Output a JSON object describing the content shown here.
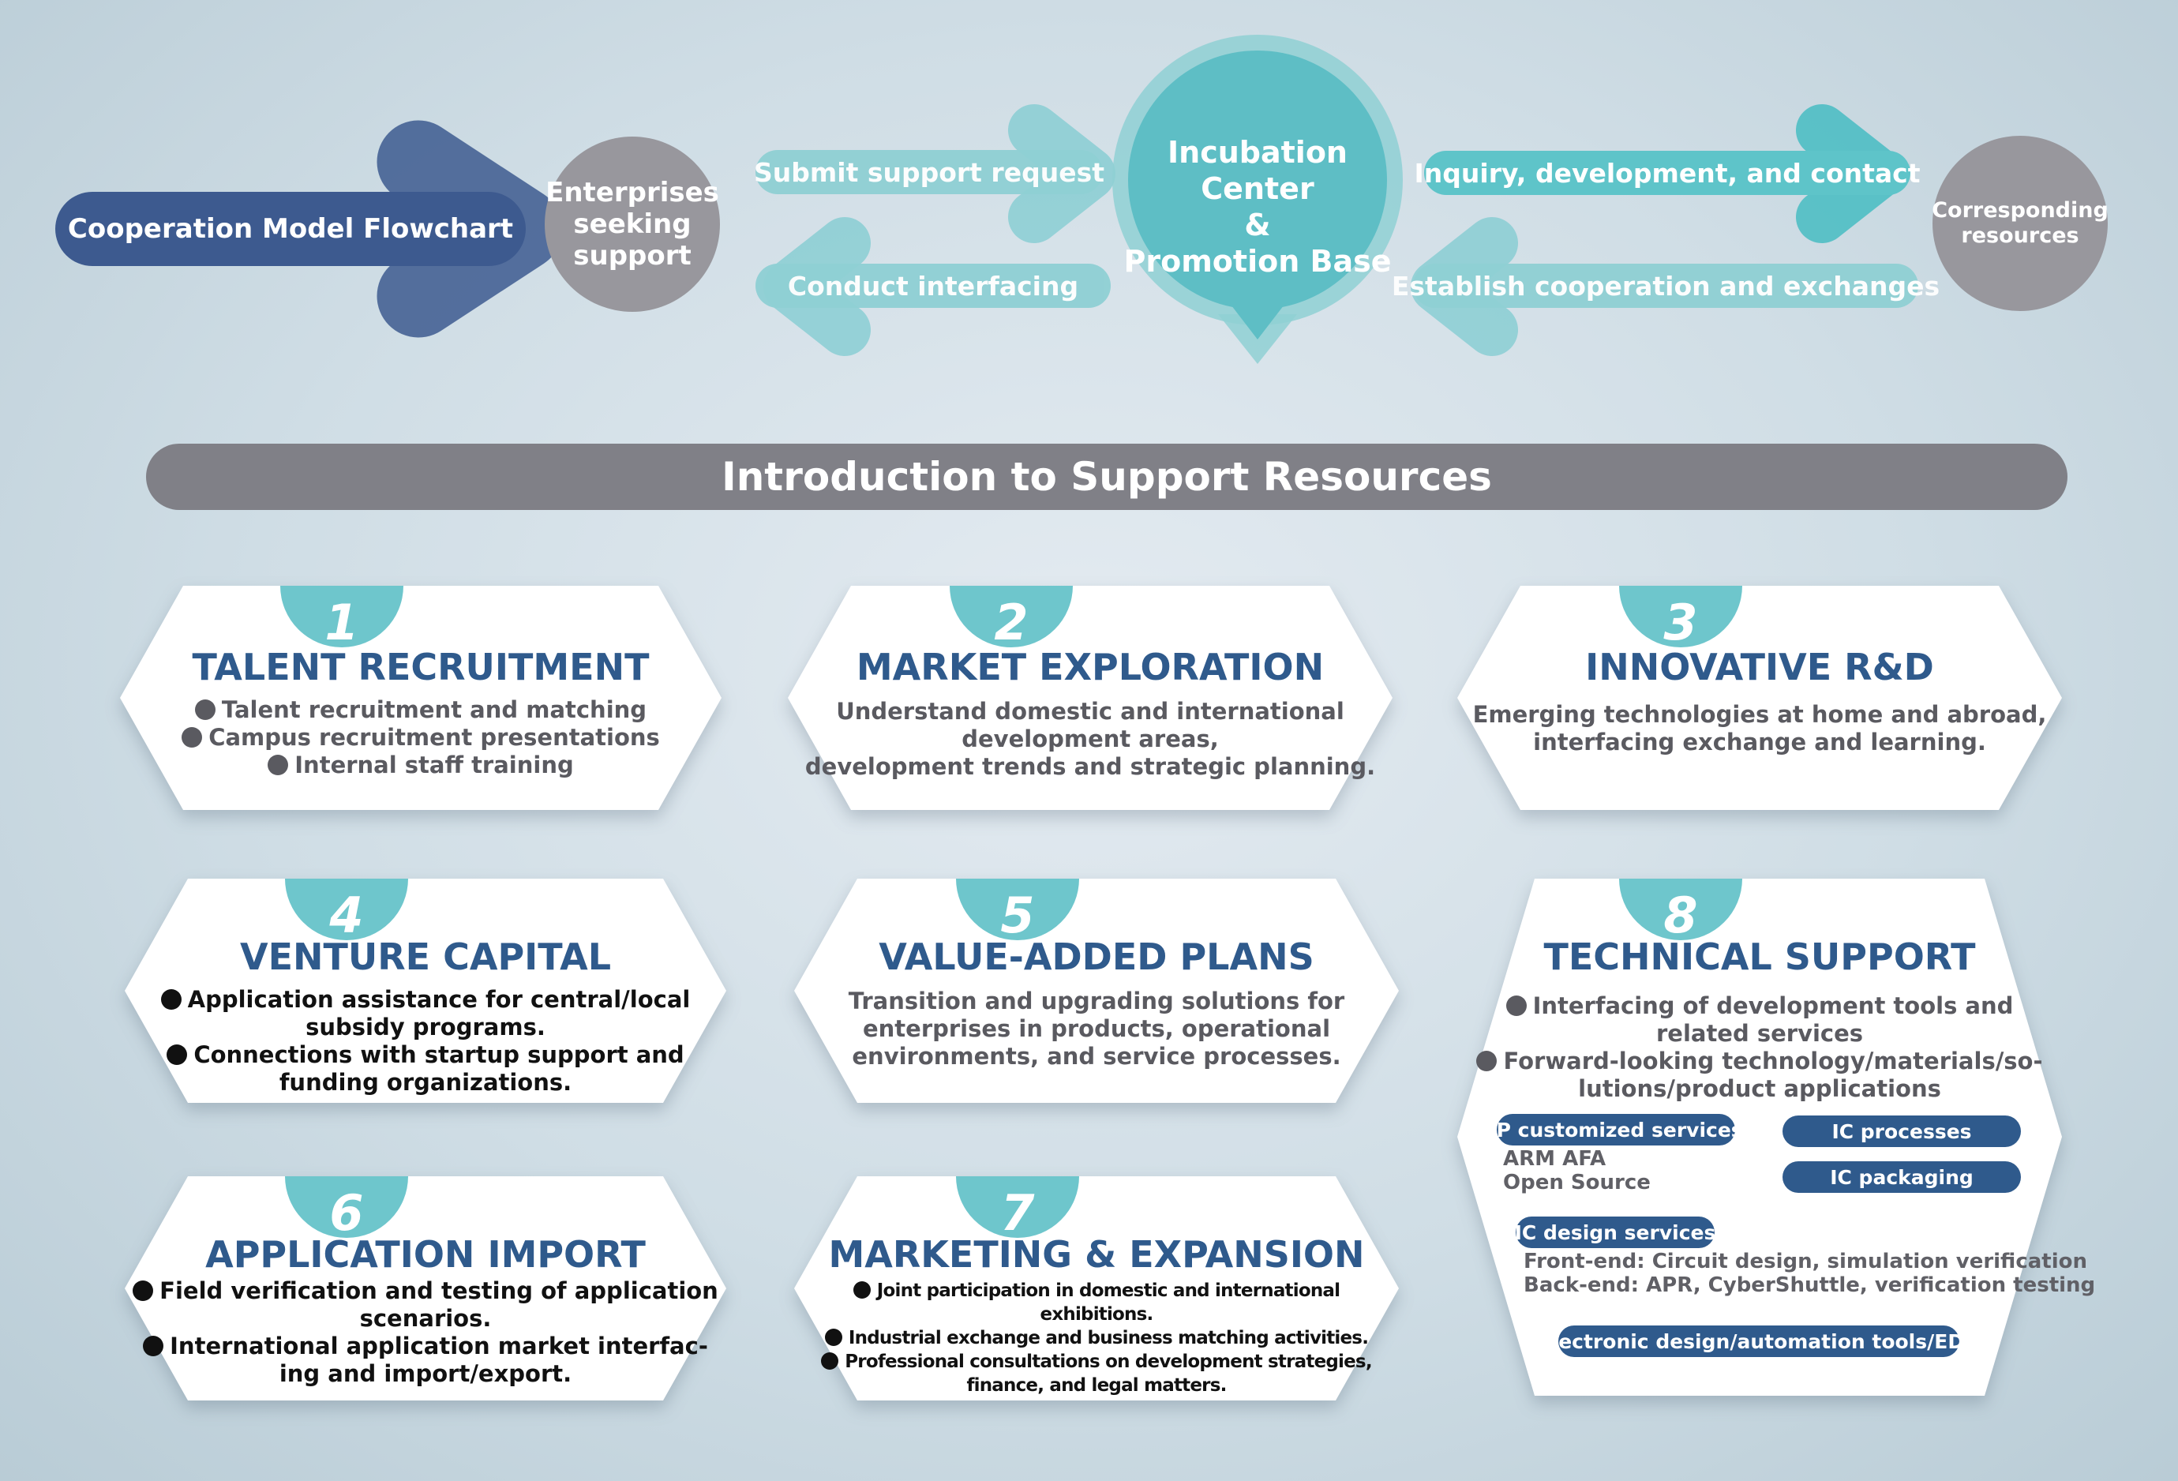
{
  "flow": {
    "title": "Cooperation Model Flowchart",
    "enterprises": [
      "Enterprises",
      "seeking",
      "support"
    ],
    "submit": "Submit support request",
    "interfacing": "Conduct interfacing",
    "hub": [
      "Incubation Center",
      "&",
      "Promotion Base"
    ],
    "inquiry": "Inquiry, development, and contact",
    "establish": "Establish cooperation and exchanges",
    "resources": [
      "Corresponding",
      "resources"
    ]
  },
  "section_title": "Introduction to Support Resources",
  "colors": {
    "navy": "#3d5a8f",
    "teal": "#6ec6cc",
    "gray": "#98979d",
    "title_blue": "#2f5a8c"
  },
  "cards": [
    {
      "num": "1",
      "title": "TALENT RECRUITMENT",
      "lines": [
        "Talent recruitment and matching",
        "Campus recruitment presentations",
        "Internal staff training"
      ]
    },
    {
      "num": "2",
      "title": "MARKET EXPLORATION",
      "lines": [
        "Understand domestic and international",
        "development areas,",
        "development trends and strategic planning."
      ]
    },
    {
      "num": "3",
      "title": "INNOVATIVE R&D",
      "lines": [
        "Emerging technologies at home and abroad,",
        "interfacing exchange and learning."
      ]
    },
    {
      "num": "4",
      "title": "VENTURE CAPITAL",
      "lines": [
        "Application assistance for central/local",
        "subsidy programs.",
        "Connections with startup support and",
        "funding organizations."
      ]
    },
    {
      "num": "5",
      "title": "VALUE-ADDED PLANS",
      "lines": [
        "Transition and upgrading solutions for",
        "enterprises in products, operational",
        "environments, and service processes."
      ]
    },
    {
      "num": "6",
      "title": "APPLICATION IMPORT",
      "lines": [
        "Field verification and testing of application",
        "scenarios.",
        "International application market interfac-",
        "ing and import/export."
      ]
    },
    {
      "num": "7",
      "title": "MARKETING & EXPANSION",
      "lines": [
        "Joint participation in domestic and international",
        "exhibitions.",
        "Industrial exchange and business matching activities.",
        "Professional consultations on development strategies,",
        "finance, and legal matters."
      ]
    },
    {
      "num": "8",
      "title": "TECHNICAL SUPPORT",
      "lines": [
        "Interfacing of development tools and",
        "related services",
        "Forward-looking technology/materials/so-",
        "lutions/product applications"
      ],
      "tags": {
        "ip": "IP customized services",
        "ip_items": [
          "ARM AFA",
          "Open Source"
        ],
        "ic_processes": "IC processes",
        "ic_packaging": "IC packaging",
        "ic_design": "IC design services",
        "ic_design_items": [
          "Front-end: Circuit design, simulation verification",
          "Back-end: APR, CyberShuttle, verification testing"
        ],
        "eda": "Electronic design/automation tools/EDA"
      }
    }
  ]
}
